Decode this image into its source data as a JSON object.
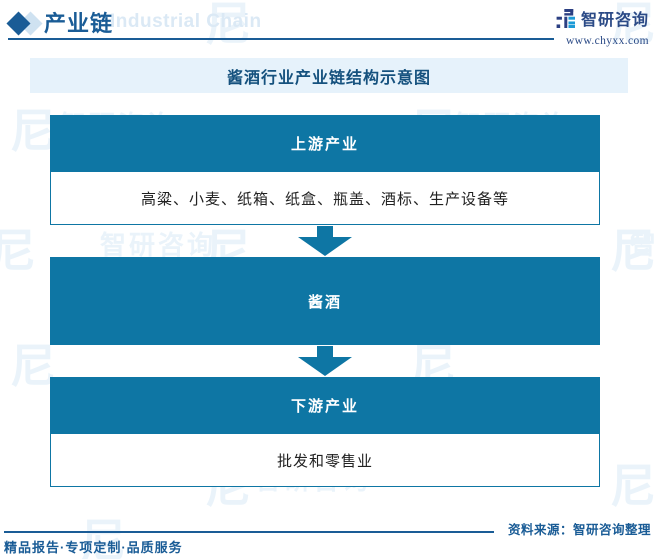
{
  "header": {
    "title_cn": "产业链",
    "title_en": "Industrial Chain",
    "diamond_icon": "diamond-icon",
    "accent_color": "#1a5c96"
  },
  "brand": {
    "name": "智研咨询",
    "url": "www.chyxx.com",
    "mark_icon": "zhiyan-logo-icon",
    "color": "#2b4a86"
  },
  "chart_data": {
    "type": "diagram",
    "title": "酱酒行业产业链结构示意图",
    "node_color": "#0e76a4",
    "title_band_color": "#e6f2fb",
    "nodes": [
      {
        "id": "upstream",
        "header": "上游产业",
        "body": "高粱、小麦、纸箱、纸盒、瓶盖、酒标、生产设备等"
      },
      {
        "id": "midstream",
        "header": "酱酒",
        "body": ""
      },
      {
        "id": "downstream",
        "header": "下游产业",
        "body": "批发和零售业"
      }
    ],
    "connectors": [
      {
        "from": "upstream",
        "to": "midstream",
        "shape": "down-arrow"
      },
      {
        "from": "midstream",
        "to": "downstream",
        "shape": "down-arrow"
      }
    ]
  },
  "footer": {
    "left": "精品报告·专项定制·品质服务",
    "source": "资料来源：智研咨询整理"
  },
  "watermark": {
    "logo_text": "尼",
    "text": "智研咨询"
  }
}
